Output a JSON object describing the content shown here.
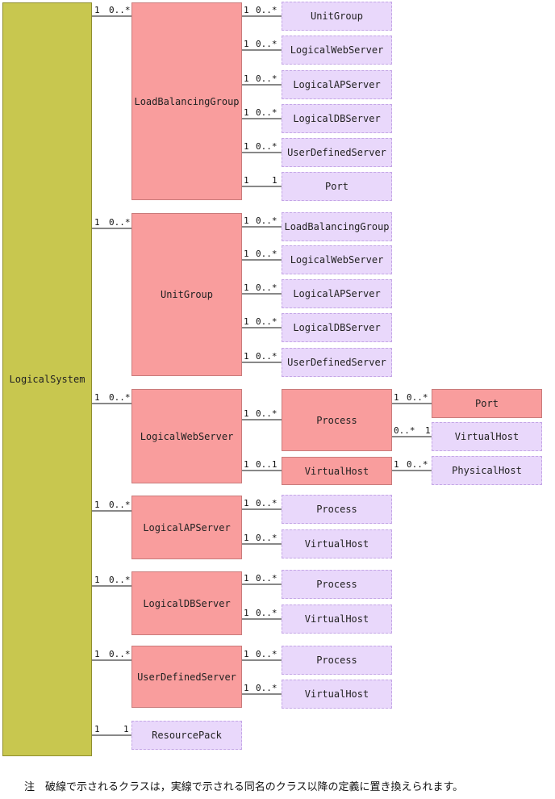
{
  "root": {
    "label": "LogicalSystem"
  },
  "groups": [
    {
      "label": "LoadBalancingGroup",
      "parent_mult": "1",
      "child_mult": "0..*",
      "children": [
        {
          "label": "UnitGroup",
          "style": "dashed",
          "mult_from": "1",
          "mult_to": "0..*"
        },
        {
          "label": "LogicalWebServer",
          "style": "dashed",
          "mult_from": "1",
          "mult_to": "0..*"
        },
        {
          "label": "LogicalAPServer",
          "style": "dashed",
          "mult_from": "1",
          "mult_to": "0..*"
        },
        {
          "label": "LogicalDBServer",
          "style": "dashed",
          "mult_from": "1",
          "mult_to": "0..*"
        },
        {
          "label": "UserDefinedServer",
          "style": "dashed",
          "mult_from": "1",
          "mult_to": "0..*"
        },
        {
          "label": "Port",
          "style": "dashed",
          "mult_from": "1",
          "mult_to": "1"
        }
      ]
    },
    {
      "label": "UnitGroup",
      "parent_mult": "1",
      "child_mult": "0..*",
      "children": [
        {
          "label": "LoadBalancingGroup",
          "style": "dashed",
          "mult_from": "1",
          "mult_to": "0..*"
        },
        {
          "label": "LogicalWebServer",
          "style": "dashed",
          "mult_from": "1",
          "mult_to": "0..*"
        },
        {
          "label": "LogicalAPServer",
          "style": "dashed",
          "mult_from": "1",
          "mult_to": "0..*"
        },
        {
          "label": "LogicalDBServer",
          "style": "dashed",
          "mult_from": "1",
          "mult_to": "0..*"
        },
        {
          "label": "UserDefinedServer",
          "style": "dashed",
          "mult_from": "1",
          "mult_to": "0..*"
        }
      ]
    },
    {
      "label": "LogicalWebServer",
      "parent_mult": "1",
      "child_mult": "0..*",
      "children": [
        {
          "label": "Process",
          "style": "solid",
          "mult_from": "1",
          "mult_to": "0..*"
        },
        {
          "label": "VirtualHost",
          "style": "solid",
          "mult_from": "1",
          "mult_to": "0..1"
        }
      ]
    },
    {
      "label": "LogicalAPServer",
      "parent_mult": "1",
      "child_mult": "0..*",
      "children": [
        {
          "label": "Process",
          "style": "dashed",
          "mult_from": "1",
          "mult_to": "0..*"
        },
        {
          "label": "VirtualHost",
          "style": "dashed",
          "mult_from": "1",
          "mult_to": "0..*"
        }
      ]
    },
    {
      "label": "LogicalDBServer",
      "parent_mult": "1",
      "child_mult": "0..*",
      "children": [
        {
          "label": "Process",
          "style": "dashed",
          "mult_from": "1",
          "mult_to": "0..*"
        },
        {
          "label": "VirtualHost",
          "style": "dashed",
          "mult_from": "1",
          "mult_to": "0..*"
        }
      ]
    },
    {
      "label": "UserDefinedServer",
      "parent_mult": "1",
      "child_mult": "0..*",
      "children": [
        {
          "label": "Process",
          "style": "dashed",
          "mult_from": "1",
          "mult_to": "0..*"
        },
        {
          "label": "VirtualHost",
          "style": "dashed",
          "mult_from": "1",
          "mult_to": "0..*"
        }
      ]
    }
  ],
  "resource_pack": {
    "label": "ResourcePack",
    "parent_mult": "1",
    "child_mult": "1"
  },
  "process_children": [
    {
      "label": "Port",
      "style": "solid",
      "mult_from": "1",
      "mult_to": "0..*"
    },
    {
      "label": "VirtualHost",
      "style": "dashed",
      "mult_from": "0..*",
      "mult_to": "1"
    }
  ],
  "virtualhost_children": [
    {
      "label": "PhysicalHost",
      "style": "dashed",
      "mult_from": "1",
      "mult_to": "0..*"
    }
  ],
  "note": "注　破線で示されるクラスは，実線で示される同名のクラス以降の定義に置き換えられます。"
}
